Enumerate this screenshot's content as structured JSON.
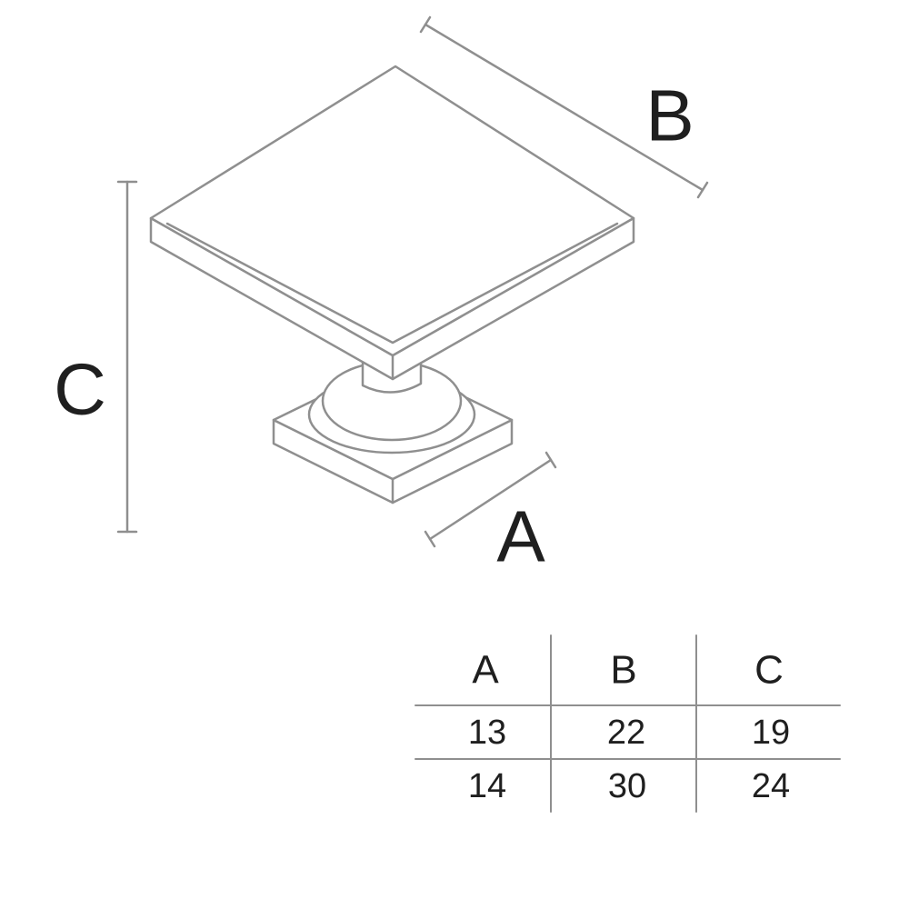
{
  "colors": {
    "line": "#8f8f8f",
    "text": "#1f1f1f"
  },
  "diagram": {
    "label_a": "A",
    "label_b": "B",
    "label_c": "C"
  },
  "table": {
    "headers": [
      "A",
      "B",
      "C"
    ],
    "rows": [
      [
        "13",
        "22",
        "19"
      ],
      [
        "14",
        "30",
        "24"
      ]
    ]
  }
}
